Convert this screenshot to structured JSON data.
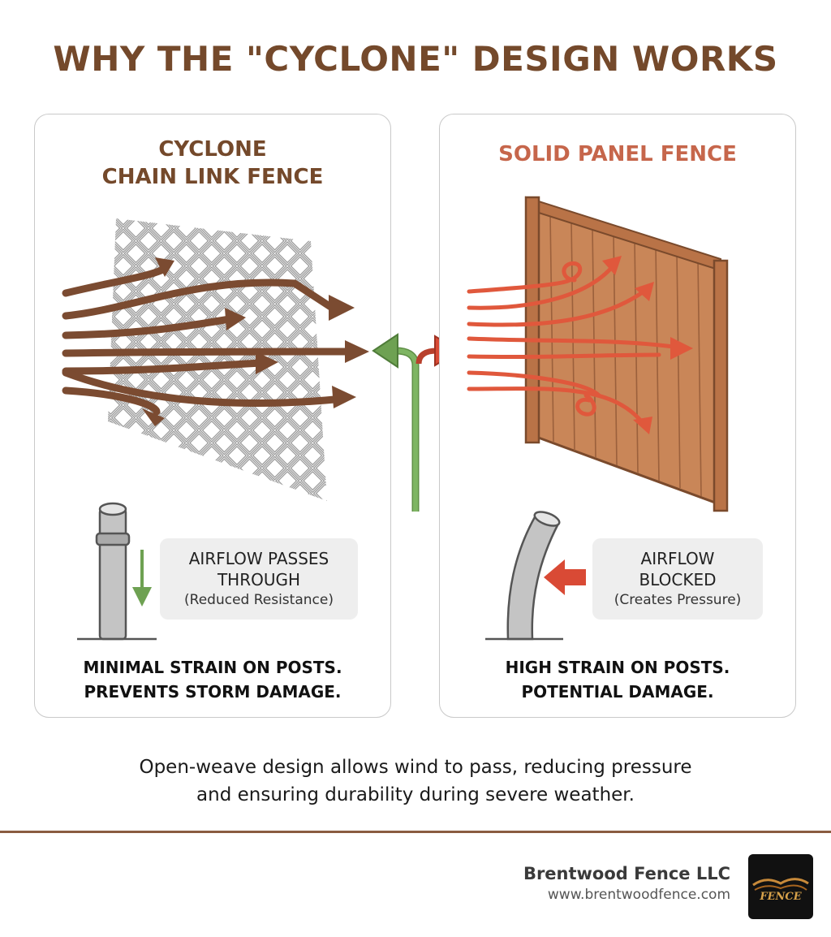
{
  "title": "WHY THE \"CYCLONE\" DESIGN WORKS",
  "left_panel": {
    "title_line1": "CYCLONE",
    "title_line2": "CHAIN LINK FENCE",
    "info_main_line1": "AIRFLOW PASSES",
    "info_main_line2": "THROUGH",
    "info_sub": "(Reduced Resistance)",
    "summary_line1": "MINIMAL STRAIN ON POSTS.",
    "summary_line2": "PREVENTS STORM DAMAGE."
  },
  "right_panel": {
    "title": "SOLID PANEL FENCE",
    "info_main_line1": "AIRFLOW",
    "info_main_line2": "BLOCKED",
    "info_sub": "(Creates Pressure)",
    "summary_line1": "HIGH STRAIN ON POSTS.",
    "summary_line2": "POTENTIAL DAMAGE."
  },
  "caption_line1": "Open-weave design allows wind to pass, reducing pressure",
  "caption_line2": "and ensuring durability during severe weather.",
  "footer": {
    "company": "Brentwood Fence LLC",
    "url": "www.brentwoodfence.com",
    "logo_text": "FENCE"
  },
  "colors": {
    "title_brown": "#74492b",
    "airflow_brown": "#7b4b31",
    "airflow_red": "#e0583c",
    "arrow_green": "#6ea152",
    "wood": "#c98658"
  }
}
